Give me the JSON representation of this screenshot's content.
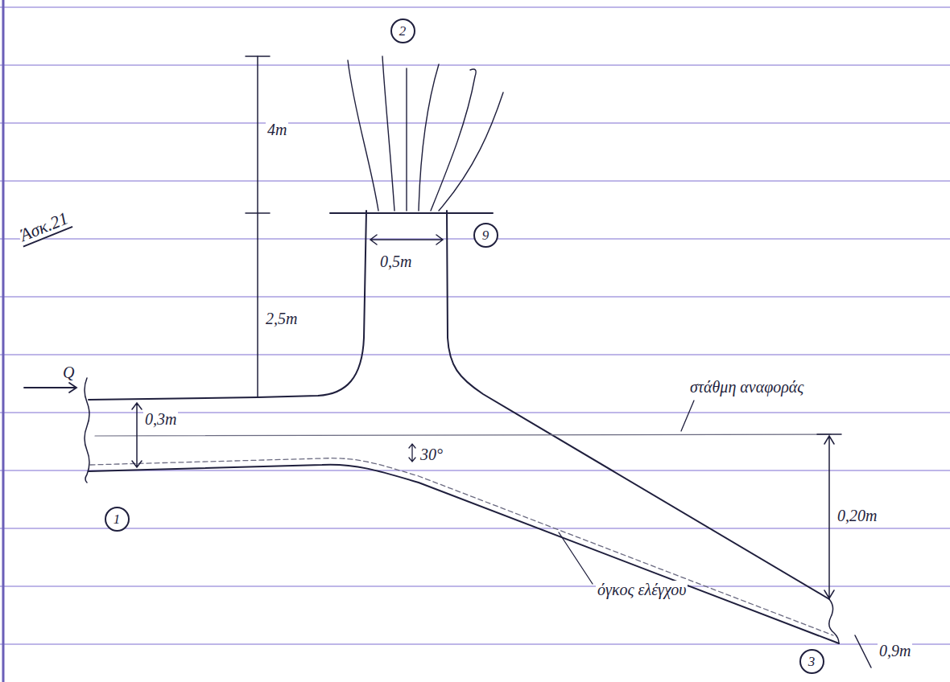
{
  "diagram": {
    "title": "Άσκ.21",
    "nodes": [
      {
        "text": [
          "2"
        ]
      },
      {
        "text": [
          "9"
        ]
      },
      {
        "text": [
          "1"
        ]
      },
      {
        "text": [
          "3"
        ]
      }
    ],
    "labels": [
      "4m",
      "2,5m",
      "0,5m",
      "Q",
      "0,3m",
      "30°",
      "στάθμη αναφοράς",
      "0,20m",
      "όγκος ελέγχου",
      "0,9m"
    ]
  }
}
